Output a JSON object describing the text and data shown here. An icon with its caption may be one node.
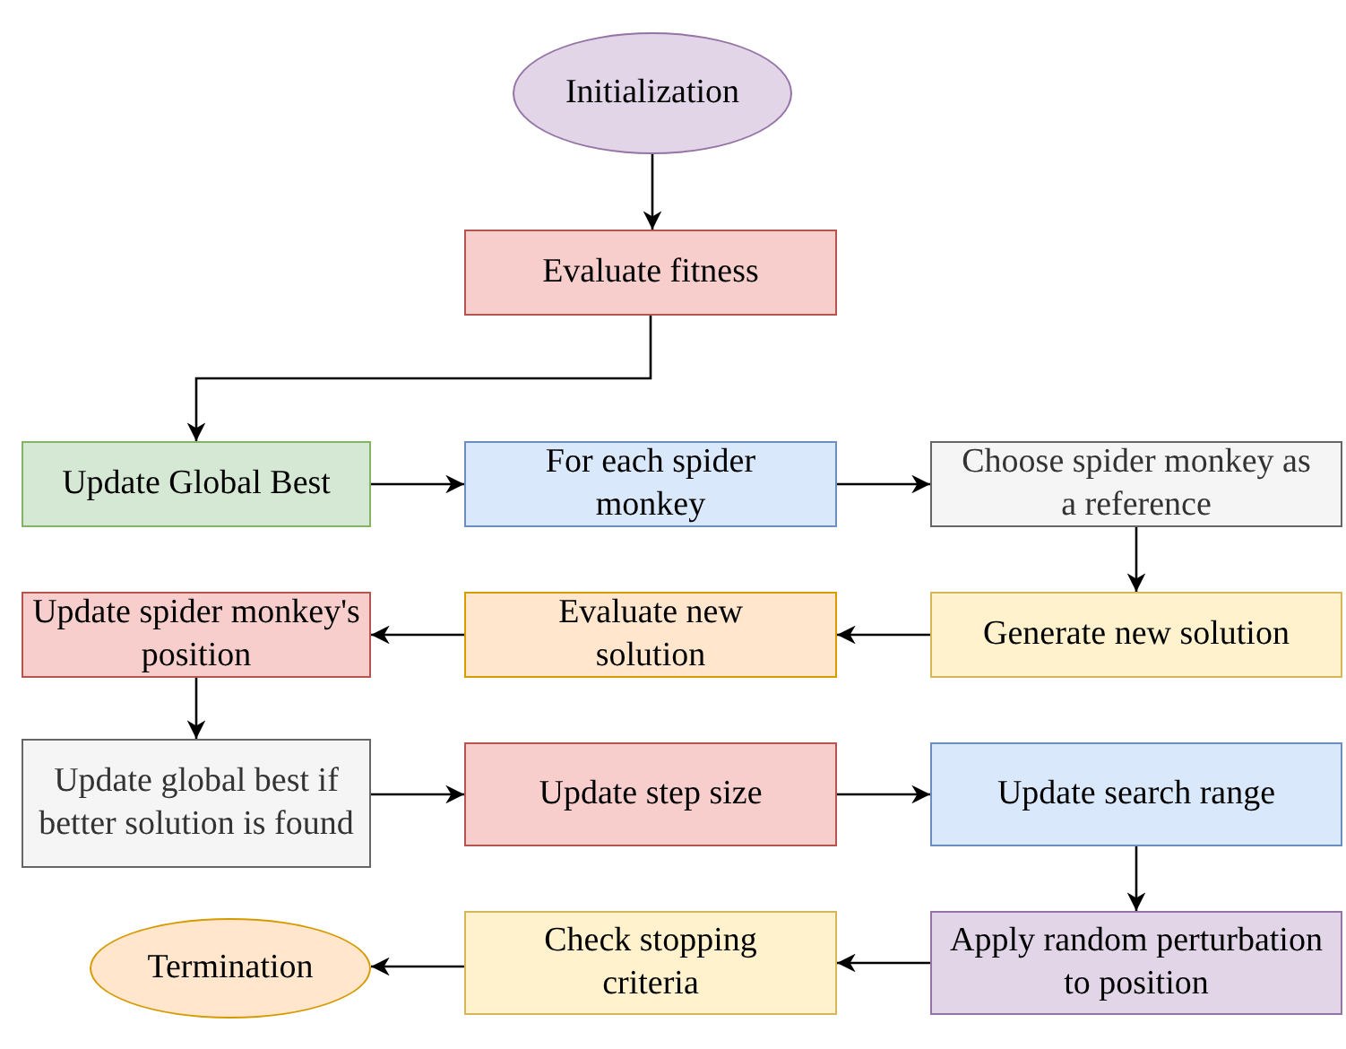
{
  "diagram": {
    "nodes": [
      {
        "text": [
          "Initialization"
        ]
      },
      {
        "text": [
          "Evaluate fitness"
        ]
      },
      {
        "text": [
          "Update Global Best"
        ]
      },
      {
        "text": [
          "For each spider monkey"
        ]
      },
      {
        "text": [
          "Choose spider monkey as a reference"
        ]
      },
      {
        "text": [
          "Generate new solution"
        ]
      },
      {
        "text": [
          "Evaluate new solution"
        ]
      },
      {
        "text": [
          "Update spider monkey's position"
        ]
      },
      {
        "text": [
          "Update global best if better solution is found"
        ]
      },
      {
        "text": [
          "Update step size"
        ]
      },
      {
        "text": [
          "Update search range"
        ]
      },
      {
        "text": [
          "Apply random perturbation to position"
        ]
      },
      {
        "text": [
          "Check stopping criteria"
        ]
      },
      {
        "text": [
          "Termination"
        ]
      }
    ],
    "edges": [
      {
        "from": 0,
        "to": 1,
        "arrow": "to"
      },
      {
        "from": 1,
        "to": 2,
        "arrow": "to"
      },
      {
        "from": 2,
        "to": 3,
        "arrow": "to"
      },
      {
        "from": 3,
        "to": 4,
        "arrow": "to"
      },
      {
        "from": 4,
        "to": 5,
        "arrow": "to"
      },
      {
        "from": 5,
        "to": 6,
        "arrow": "to"
      },
      {
        "from": 6,
        "to": 7,
        "arrow": "to"
      },
      {
        "from": 7,
        "to": 8,
        "arrow": "to"
      },
      {
        "from": 8,
        "to": 9,
        "arrow": "to"
      },
      {
        "from": 9,
        "to": 10,
        "arrow": "to"
      },
      {
        "from": 10,
        "to": 11,
        "arrow": "to"
      },
      {
        "from": 11,
        "to": 12,
        "arrow": "to"
      },
      {
        "from": 12,
        "to": 13,
        "arrow": "to"
      }
    ]
  }
}
